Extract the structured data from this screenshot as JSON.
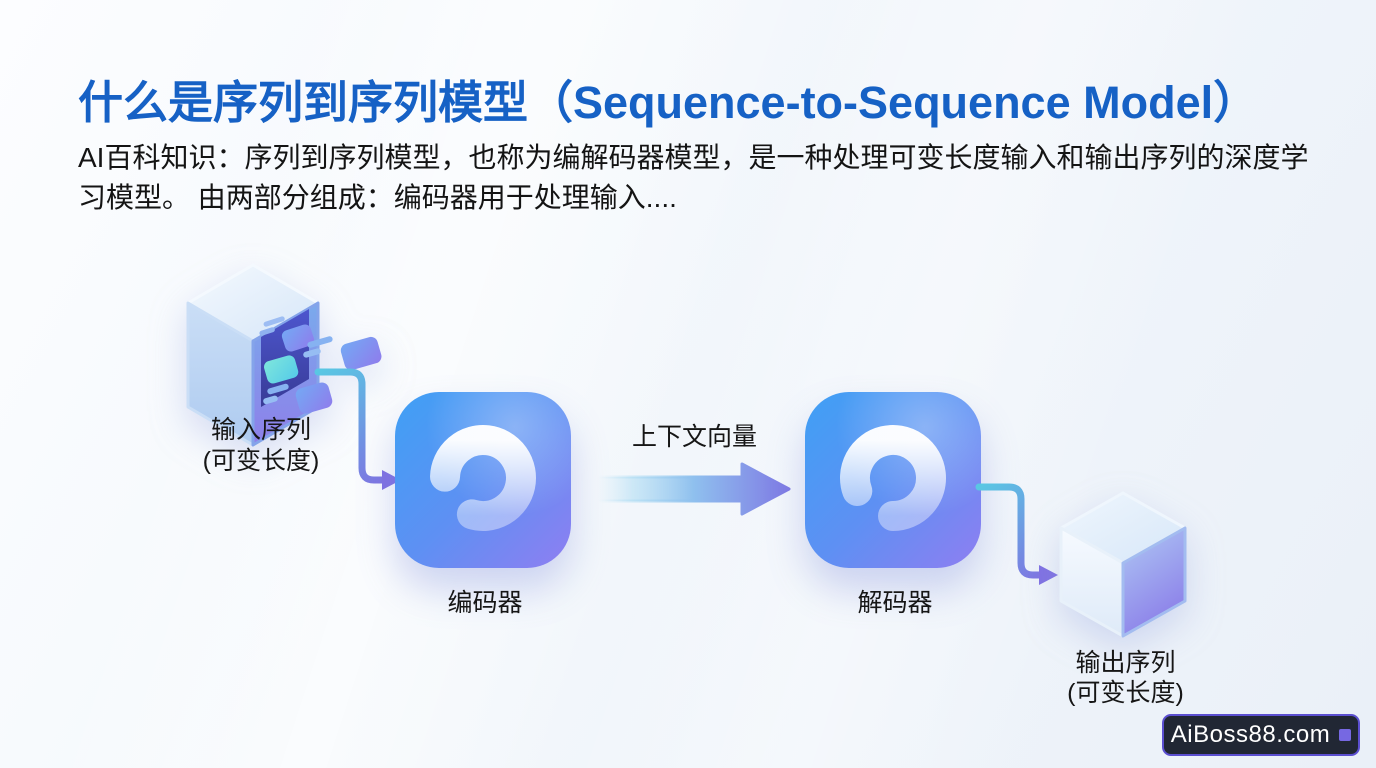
{
  "title": {
    "text": "什么是序列到序列模型（Sequence-to-Sequence Model）"
  },
  "description": {
    "text": "AI百科知识：序列到序列模型，也称为编解码器模型，是一种处理可变长度输入和输出序列的深度学\n习模型。 由两部分组成：编码器用于处理输入...."
  },
  "diagram": {
    "input": {
      "label": "输入序列\n(可变长度)",
      "icon": "input-cube-icon"
    },
    "encoder": {
      "label": "编码器",
      "icon": "encoder-app-icon"
    },
    "context_arrow": {
      "label": "上下文向量",
      "icon": "context-vector-arrow-icon"
    },
    "decoder": {
      "label": "解码器",
      "icon": "decoder-app-icon"
    },
    "output": {
      "label": "输出序列\n(可变长度)",
      "icon": "output-cube-icon"
    }
  },
  "watermark": {
    "text": "AiBoss88.com"
  },
  "colors": {
    "title_blue": "#1661C5",
    "body_text": "#141414",
    "background": "#F2F6FB",
    "icon_gradient_start": "#3FA0F5",
    "icon_gradient_end": "#8F7EF1",
    "connector_cyan": "#59C7E3",
    "connector_purple": "#8072E2",
    "big_arrow_mid": "#8FC0EE",
    "big_arrow_head": "#7F7AE4",
    "watermark_bg": "#212734",
    "watermark_border": "#5B4FD0",
    "watermark_square": "#7668E2"
  }
}
